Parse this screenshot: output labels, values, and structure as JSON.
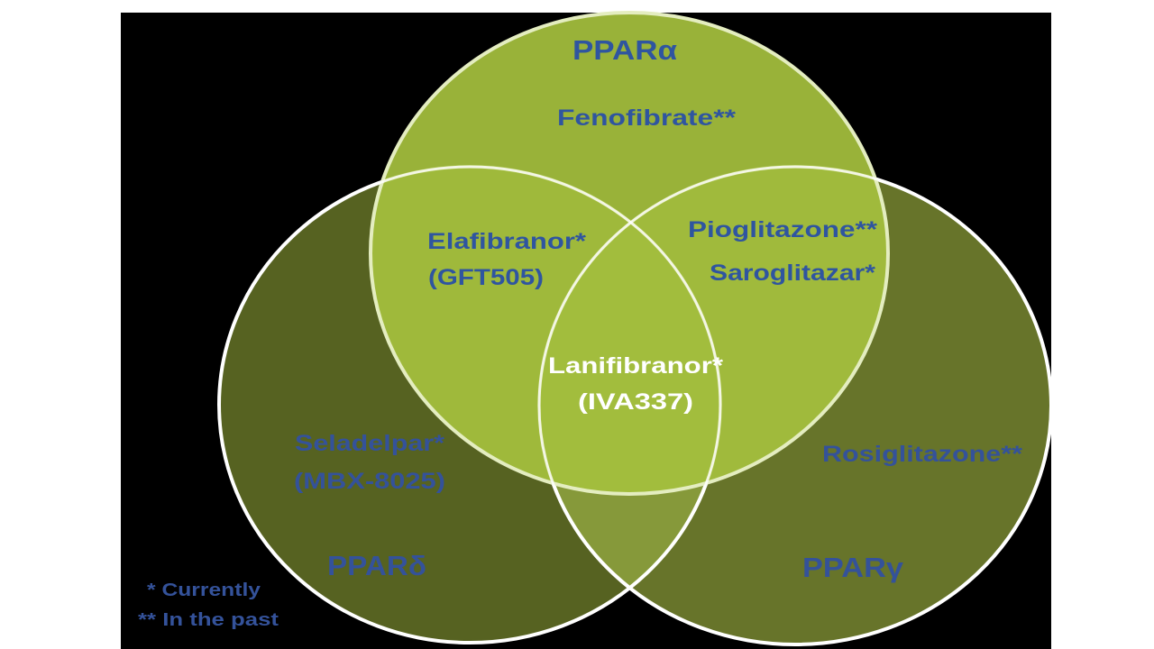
{
  "diagram": {
    "sets": {
      "alpha": {
        "label": "PPARα",
        "color": "#a5bf3d"
      },
      "delta": {
        "label": "PPARδ",
        "color": "#566221"
      },
      "gamma": {
        "label": "PPARγ",
        "color": "#67742a"
      }
    },
    "regions": {
      "alpha_only": [
        "Fenofibrate**"
      ],
      "alpha_delta": [
        "Elafibranor*",
        "(GFT505)"
      ],
      "alpha_gamma": [
        "Pioglitazone**",
        "Saroglitazar*"
      ],
      "all_three": [
        "Lanifibranor*",
        "(IVA337)"
      ],
      "delta_only": [
        "Seladelpar*",
        "(MBX-8025)"
      ],
      "gamma_only": [
        "Rosiglitazone**"
      ]
    },
    "legend": {
      "current": "* Currently",
      "past": "** In the past"
    },
    "colors": {
      "background": "#000000",
      "text": "#2f55a0",
      "center_text": "#ffffff",
      "delta_gamma_overlap": "#86993a"
    }
  }
}
